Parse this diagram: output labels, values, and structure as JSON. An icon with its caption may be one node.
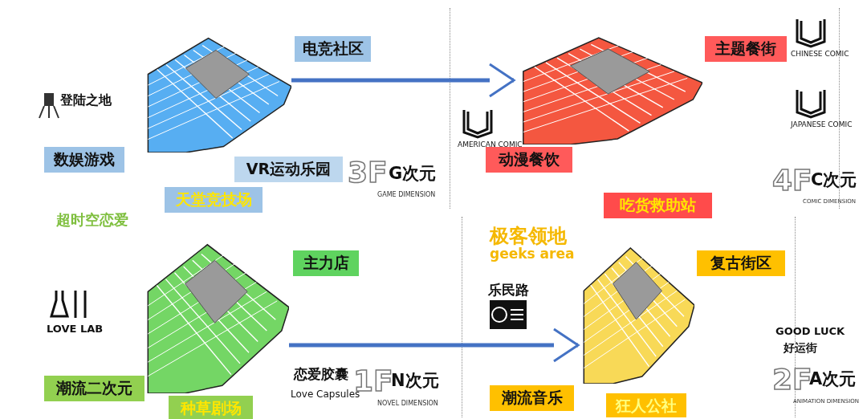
{
  "diagram": {
    "nodes": [
      {
        "text": [],
        "shape": "picture"
      },
      {
        "text": [
          "电竞社区"
        ]
      },
      {
        "text": [
          "数娱游戏"
        ]
      },
      {
        "text": [
          "VR运动乐园"
        ]
      },
      {
        "text": [
          "天堂竞技场"
        ]
      },
      {
        "text": [],
        "shape": "picture"
      },
      {
        "text": [
          "主题餐街"
        ]
      },
      {
        "text": [
          "动漫餐饮"
        ]
      },
      {
        "text": [
          "吃货救助站"
        ]
      },
      {
        "text": [],
        "shape": "picture"
      },
      {
        "text": [
          "主力店"
        ]
      },
      {
        "text": [
          "潮流二次元"
        ]
      },
      {
        "text": [
          "种草剧场"
        ]
      },
      {
        "text": [],
        "shape": "picture"
      },
      {
        "text": [
          "复古街区"
        ]
      },
      {
        "text": [
          "潮流音乐"
        ]
      },
      {
        "text": [
          "狂人公社"
        ]
      }
    ],
    "edges": [
      {
        "from": 0,
        "to": 5,
        "arrow": "to"
      },
      {
        "from": 9,
        "to": 13,
        "arrow": "to"
      }
    ],
    "labels": [
      "登陆之地",
      "3F",
      "G次元",
      "GAME DIMENSION",
      "AMERICAN COMIC",
      "CHINESE COMIC",
      "JAPANESE COMIC",
      "4F",
      "C次元",
      "COMIC DIMENSION",
      "超时空恋爱",
      "LOVE LAB",
      "恋爱胶囊",
      "Love Capsules",
      "1F",
      "N次元",
      "NOVEL DIMENSION",
      "极客领地",
      "geeks area",
      "乐民路",
      "GOOD LUCK",
      "好运街",
      "2F",
      "A次元",
      "ANIMATION DIMENSION"
    ]
  }
}
